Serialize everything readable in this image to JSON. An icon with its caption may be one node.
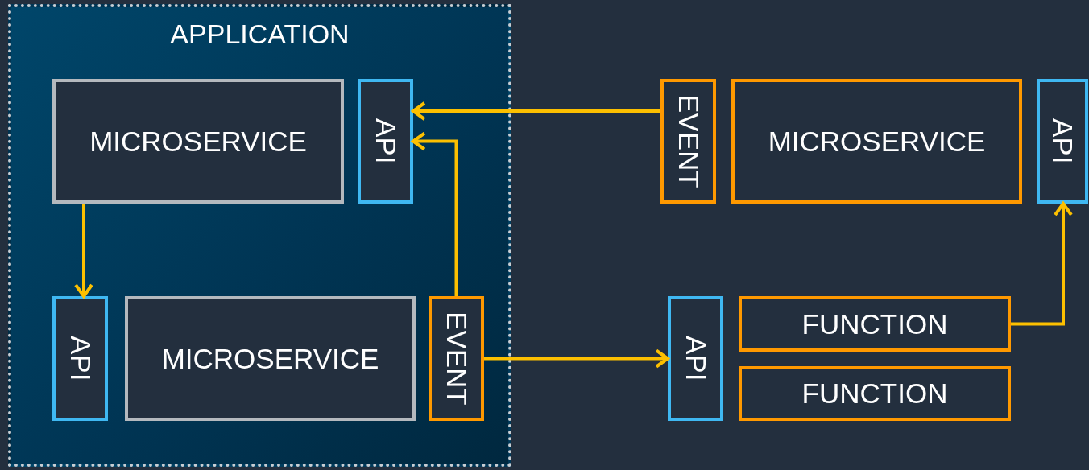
{
  "diagram": {
    "nodes": [
      {
        "text": [
          "APPLICATION"
        ]
      },
      {
        "text": [
          "MICROSERVICE"
        ],
        "in": 0
      },
      {
        "text": [
          "API"
        ],
        "in": 0
      },
      {
        "text": [
          "API"
        ],
        "in": 0
      },
      {
        "text": [
          "MICROSERVICE"
        ],
        "in": 0
      },
      {
        "text": [
          "EVENT"
        ],
        "in": 0
      },
      {
        "text": [
          "EVENT"
        ]
      },
      {
        "text": [
          "MICROSERVICE"
        ]
      },
      {
        "text": [
          "API"
        ]
      },
      {
        "text": [
          "API"
        ]
      },
      {
        "text": [
          "FUNCTION"
        ]
      },
      {
        "text": [
          "FUNCTION"
        ]
      }
    ],
    "edges": [
      {
        "from": 6,
        "to": 2,
        "arrow": "to"
      },
      {
        "from": 5,
        "to": 2,
        "arrow": "to"
      },
      {
        "from": 1,
        "to": 3,
        "arrow": "to"
      },
      {
        "from": 5,
        "to": 9,
        "arrow": "to"
      },
      {
        "from": 10,
        "to": 8,
        "arrow": "to"
      }
    ]
  }
}
